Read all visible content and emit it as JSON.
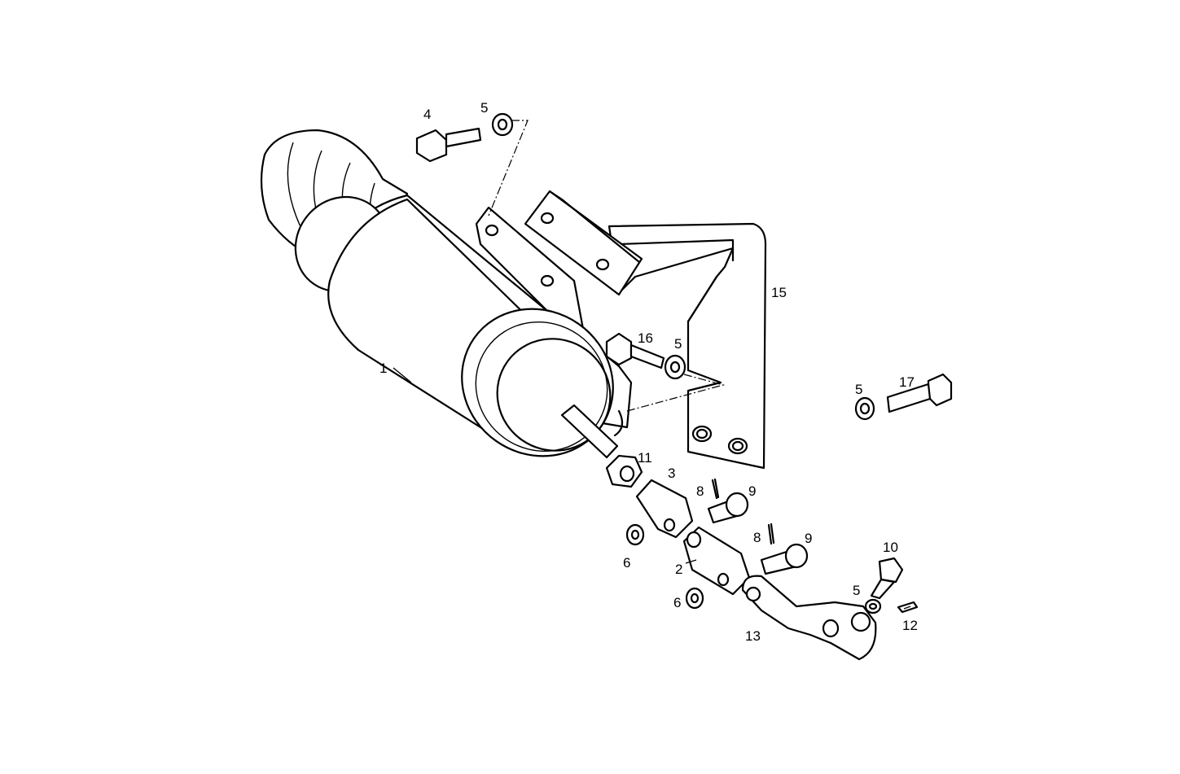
{
  "callouts": [
    {
      "id": "1",
      "text": "1"
    },
    {
      "id": "2",
      "text": "2"
    },
    {
      "id": "3",
      "text": "3"
    },
    {
      "id": "4",
      "text": "4"
    },
    {
      "id": "5a",
      "text": "5"
    },
    {
      "id": "5b",
      "text": "5"
    },
    {
      "id": "5c",
      "text": "5"
    },
    {
      "id": "5d",
      "text": "5"
    },
    {
      "id": "6a",
      "text": "6"
    },
    {
      "id": "6b",
      "text": "6"
    },
    {
      "id": "8a",
      "text": "8"
    },
    {
      "id": "8b",
      "text": "8"
    },
    {
      "id": "9a",
      "text": "9"
    },
    {
      "id": "9b",
      "text": "9"
    },
    {
      "id": "10",
      "text": "10"
    },
    {
      "id": "11",
      "text": "11"
    },
    {
      "id": "12",
      "text": "12"
    },
    {
      "id": "13",
      "text": "13"
    },
    {
      "id": "15",
      "text": "15"
    },
    {
      "id": "16",
      "text": "16"
    },
    {
      "id": "17",
      "text": "17"
    }
  ]
}
